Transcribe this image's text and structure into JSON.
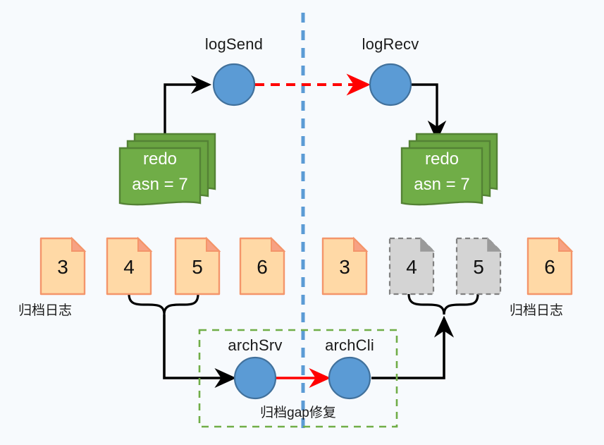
{
  "diagram": {
    "title_nodes": {
      "log_send": "logSend",
      "log_recv": "logRecv",
      "arch_srv": "archSrv",
      "arch_cli": "archCli"
    },
    "redo_left": {
      "line1": "redo",
      "line2": "asn = 7"
    },
    "redo_right": {
      "line1": "redo",
      "line2": "asn = 7"
    },
    "labels": {
      "archive_log_left": "归档日志",
      "archive_log_right": "归档日志",
      "gap_repair": "归档gap修复"
    },
    "files_left": [
      {
        "num": "3",
        "state": "present"
      },
      {
        "num": "4",
        "state": "present"
      },
      {
        "num": "5",
        "state": "present"
      },
      {
        "num": "6",
        "state": "present"
      }
    ],
    "files_right": [
      {
        "num": "3",
        "state": "present"
      },
      {
        "num": "4",
        "state": "missing"
      },
      {
        "num": "5",
        "state": "missing"
      },
      {
        "num": "6",
        "state": "present"
      }
    ],
    "colors": {
      "background": "#f7fafd",
      "circle_fill": "#5b9bd5",
      "circle_stroke": "#41719c",
      "redo_fill": "#70ad47",
      "redo_stroke": "#548235",
      "file_fill": "#ffd9a6",
      "file_stroke": "#f4956a",
      "file_fold": "#f6a58a",
      "file_missing_fill": "#d4d4d4",
      "file_missing_stroke": "#808080",
      "file_missing_fold": "#9a9a9a",
      "divider": "#5b9bd5",
      "red_arrow": "#ff0000",
      "gap_box": "#70ad47",
      "connector": "#000000"
    }
  }
}
